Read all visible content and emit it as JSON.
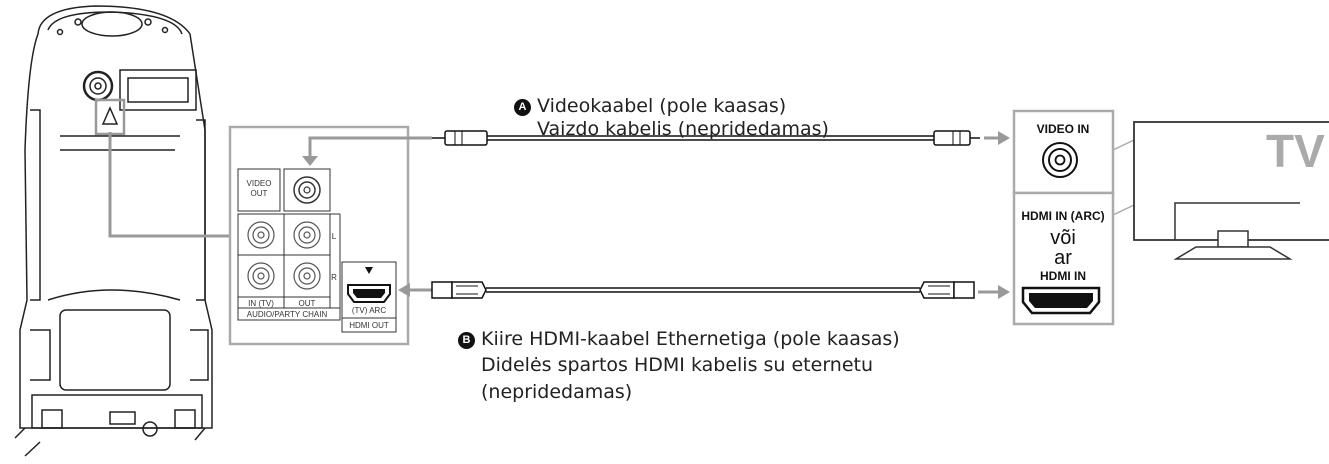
{
  "cable_a": {
    "badge": "A",
    "line1": "Videokaabel (pole kaasas)",
    "line2": "Vaizdo kabelis (nepridedamas)"
  },
  "cable_b": {
    "badge": "B",
    "line1": "Kiire HDMI-kaabel Ethernetiga (pole kaasas)",
    "line2": "Didelės spartos HDMI kabelis su eternetu",
    "line3": "(nepridedamas)"
  },
  "speaker_panel": {
    "video_out_line1": "VIDEO",
    "video_out_line2": "OUT",
    "l_label": "L",
    "r_label": "R",
    "in_tv": "IN (TV)",
    "out": "OUT",
    "audio_party_chain": "AUDIO/PARTY CHAIN",
    "tv_arc": "(TV) ARC",
    "hdmi_out": "HDMI OUT"
  },
  "tv_panel": {
    "video_in": "VIDEO IN",
    "hdmi_in_arc": "HDMI IN (ARC)",
    "voi": "või",
    "ar": "ar",
    "hdmi_in": "HDMI IN"
  },
  "tv": {
    "label": "TV"
  }
}
